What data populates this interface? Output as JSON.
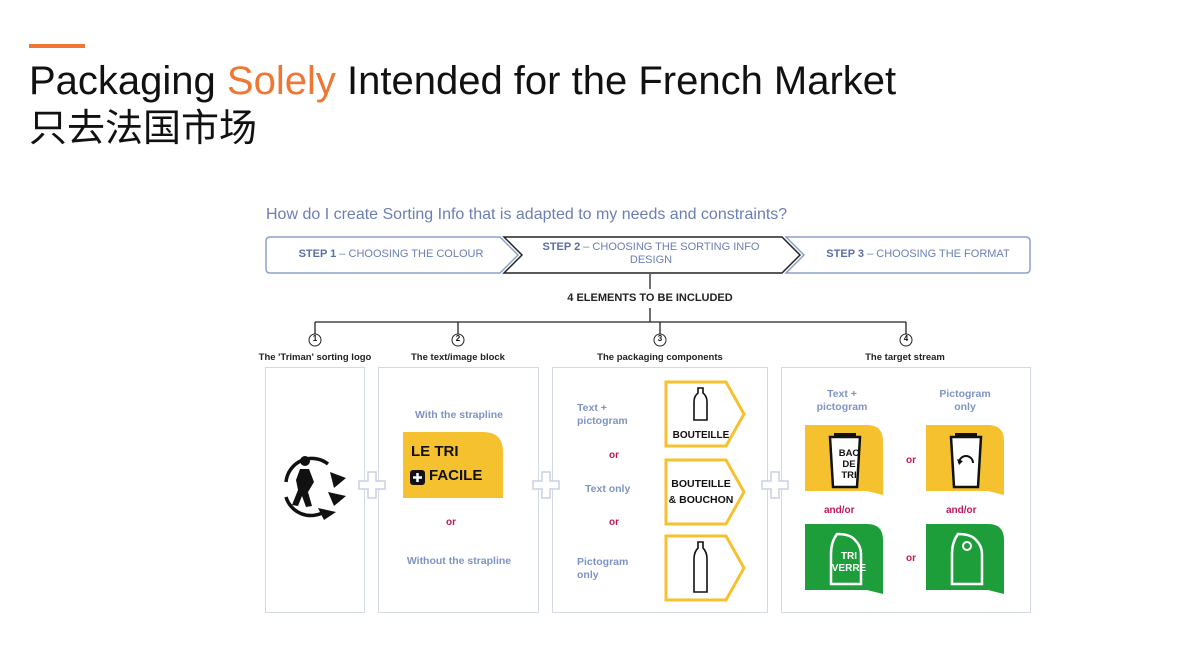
{
  "header": {
    "title_part1": "Packaging ",
    "title_highlight": "Solely",
    "title_part2": " Intended for the French Market",
    "subtitle": "只去法国市场",
    "accent_color": "#ee7733"
  },
  "diagram": {
    "question": "How do I create Sorting Info that is adapted to my needs and constraints?",
    "steps": [
      {
        "strong": "STEP 1",
        "text": " – CHOOSING THE COLOUR"
      },
      {
        "strong": "STEP 2",
        "text": " – CHOOSING THE SORTING INFO DESIGN"
      },
      {
        "strong": "STEP 3",
        "text": " – CHOOSING THE FORMAT"
      }
    ],
    "center_label": "4 ELEMENTS TO BE INCLUDED",
    "elements": [
      {
        "num": "1",
        "title": "The 'Triman' sorting logo"
      },
      {
        "num": "2",
        "title": "The text/image block"
      },
      {
        "num": "3",
        "title": "The packaging components"
      },
      {
        "num": "4",
        "title": "The target stream"
      }
    ],
    "block2": {
      "with_strapline": "With the strapline",
      "logo_line1": "LE TRI",
      "logo_line2": "FACILE",
      "or": "or",
      "without_strapline": "Without the strapline"
    },
    "block3": {
      "text_pictogram": "Text + pictogram",
      "or1": "or",
      "text_only": "Text only",
      "or2": "or",
      "pictogram_only": "Pictogram only",
      "tag1": "BOUTEILLE",
      "tag2_line1": "BOUTEILLE",
      "tag2_line2": "& BOUCHON"
    },
    "block4": {
      "text_pictogram": "Text + pictogram",
      "pictogram_only": "Pictogram only",
      "or1": "or",
      "andor1": "and/or",
      "andor2": "and/or",
      "or2": "or",
      "bac_line1": "BAC",
      "bac_line2": "DE",
      "bac_line3": "TRI",
      "verre_line1": "TRI",
      "verre_line2": "VERRE"
    },
    "colors": {
      "blue_text": "#7f93c4",
      "yellow": "#f5c12e",
      "green": "#1e9e3a",
      "magenta": "#c2185b"
    }
  }
}
